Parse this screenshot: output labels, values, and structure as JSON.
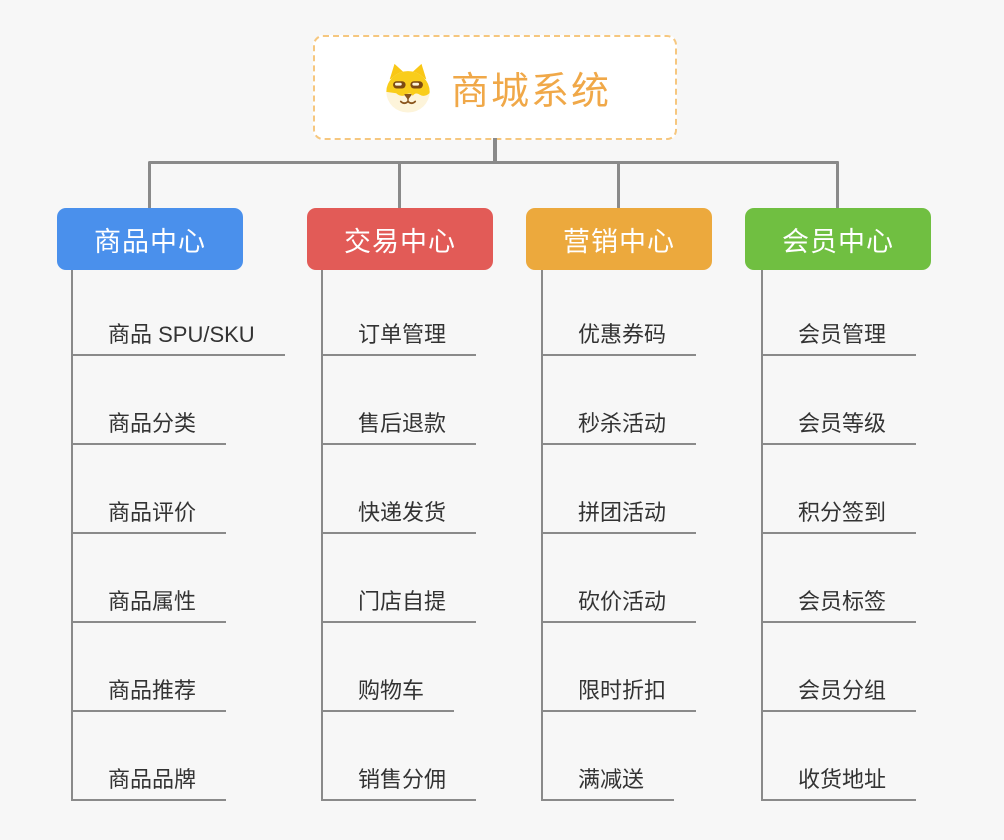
{
  "root": {
    "title": "商城系统",
    "icon": "dog-face-icon",
    "title_color": "#f0a848",
    "border_color": "#f6c77f"
  },
  "connector_color": "#8a8a8a",
  "background_color": "#f7f7f7",
  "branches": [
    {
      "label": "商品中心",
      "color": "#4a90ec",
      "items": [
        "商品 SPU/SKU",
        "商品分类",
        "商品评价",
        "商品属性",
        "商品推荐",
        "商品品牌"
      ]
    },
    {
      "label": "交易中心",
      "color": "#e25b57",
      "items": [
        "订单管理",
        "售后退款",
        "快递发货",
        "门店自提",
        "购物车",
        "销售分佣"
      ]
    },
    {
      "label": "营销中心",
      "color": "#eca93d",
      "items": [
        "优惠券码",
        "秒杀活动",
        "拼团活动",
        "砍价活动",
        "限时折扣",
        "满减送"
      ]
    },
    {
      "label": "会员中心",
      "color": "#70bf41",
      "items": [
        "会员管理",
        "会员等级",
        "积分签到",
        "会员标签",
        "会员分组",
        "收货地址"
      ]
    }
  ]
}
